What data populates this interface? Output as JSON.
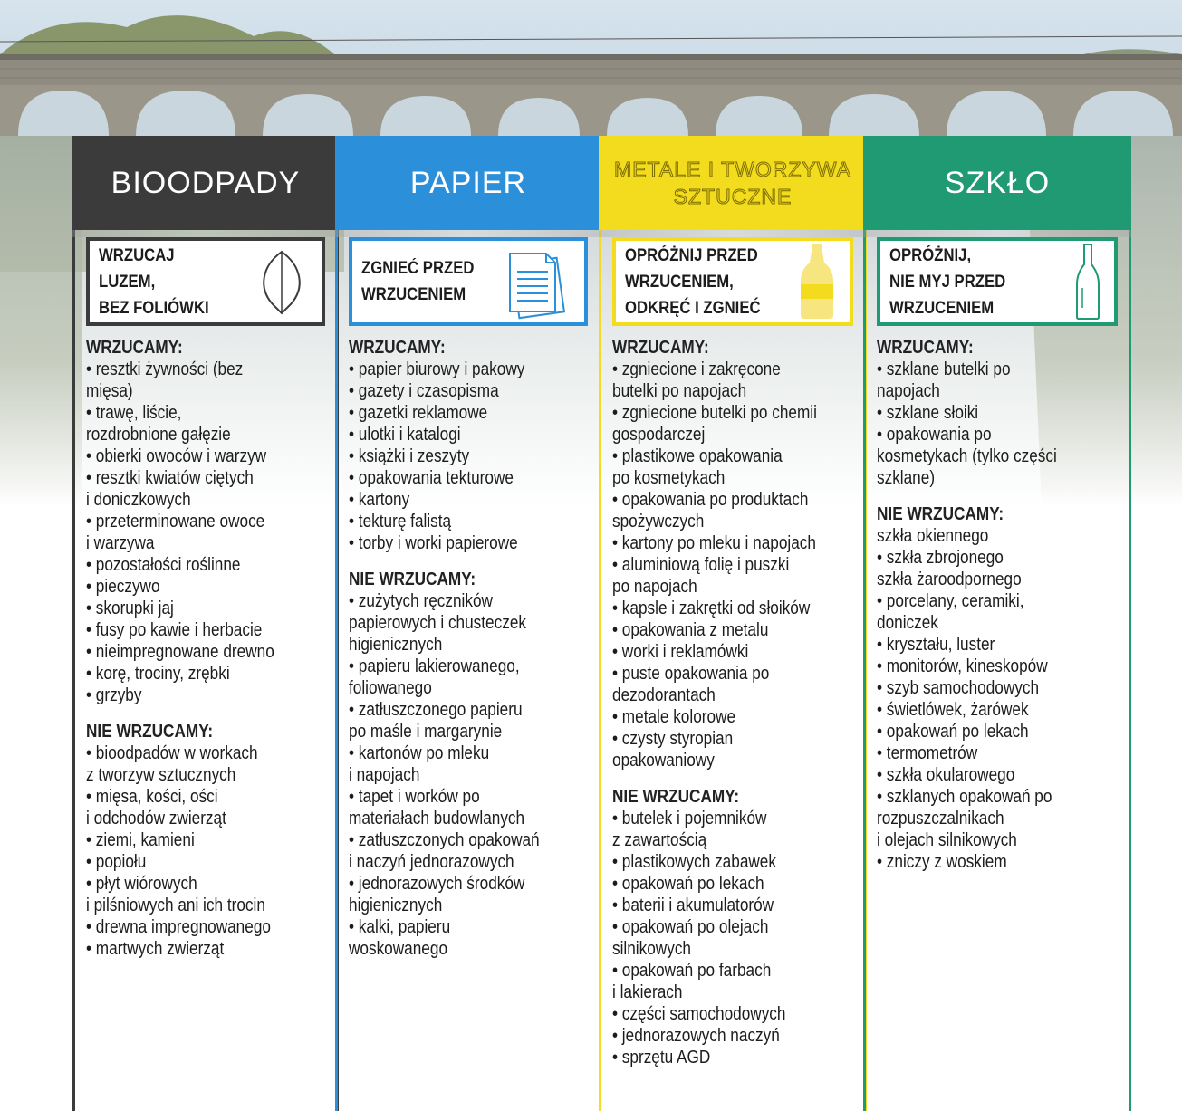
{
  "columns": {
    "bio": {
      "title": "BIOODPADY",
      "instruction_lines": [
        "WRZUCAJ",
        "LUZEM,",
        "BEZ FOLIÓWKI"
      ],
      "icon": "leaf-icon",
      "color": "#3b3b3b",
      "yes_title": "WRZUCAMY:",
      "yes_lines": [
        "• resztki żywności (bez",
        "mięsa)",
        "• trawę, liście,",
        "rozdrobnione gałęzie",
        "• obierki owoców i warzyw",
        "• resztki kwiatów ciętych",
        "i doniczkowych",
        "• przeterminowane owoce",
        "i warzywa",
        "• pozostałości roślinne",
        "• pieczywo",
        "• skorupki jaj",
        "• fusy po kawie i herbacie",
        "• nieimpregnowane drewno",
        "• korę, trociny, zrębki",
        "• grzyby"
      ],
      "no_title": "NIE WRZUCAMY:",
      "no_lines": [
        "• bioodpadów w workach",
        "z tworzyw sztucznych",
        "• mięsa, kości, ości",
        "i odchodów zwierząt",
        "• ziemi, kamieni",
        "• popiołu",
        "• płyt wiórowych",
        "i pilśniowych ani ich trocin",
        "• drewna impregnowanego",
        "• martwych zwierząt"
      ]
    },
    "pap": {
      "title": "PAPIER",
      "instruction_lines": [
        "ZGNIEĆ PRZED",
        "WRZUCENIEM"
      ],
      "icon": "paper-document-icon",
      "color": "#2b90d9",
      "yes_title": "WRZUCAMY:",
      "yes_lines": [
        "• papier biurowy i pakowy",
        "• gazety i czasopisma",
        "• gazetki reklamowe",
        "• ulotki i katalogi",
        "• książki i zeszyty",
        "• opakowania tekturowe",
        "• kartony",
        "• tekturę falistą",
        "• torby i worki papierowe"
      ],
      "no_title": "NIE WRZUCAMY:",
      "no_lines": [
        "• zużytych ręczników",
        "papierowych i chusteczek",
        "higienicznych",
        "• papieru lakierowanego,",
        "foliowanego",
        "• zatłuszczonego papieru",
        "po maśle i margarynie",
        "• kartonów po mleku",
        "i napojach",
        "• tapet i worków po",
        "materiałach budowlanych",
        "• zatłuszczonych opakowań",
        "i naczyń jednorazowych",
        "• jednorazowych środków",
        "higienicznych",
        "• kalki, papieru",
        "woskowanego"
      ]
    },
    "met": {
      "title_lines": [
        "METALE I TWORZYWA",
        "SZTUCZNE"
      ],
      "instruction_lines": [
        "OPRÓŻNIJ PRZED",
        "WRZUCENIEM,",
        "ODKRĘĆ I ZGNIEĆ"
      ],
      "icon": "plastic-bottle-icon",
      "color": "#f3dc1e",
      "yes_title": "WRZUCAMY:",
      "yes_lines": [
        "• zgniecione i zakręcone",
        "butelki po napojach",
        "• zgniecione butelki po chemii",
        "gospodarczej",
        "• plastikowe opakowania",
        "po kosmetykach",
        "• opakowania po produktach",
        "spożywczych",
        "• kartony po mleku i napojach",
        "• aluminiową folię i puszki",
        "po napojach",
        "• kapsle i zakrętki od słoików",
        "• opakowania z metalu",
        "• worki i reklamówki",
        "• puste opakowania po",
        "dezodorantach",
        "• metale kolorowe",
        "• czysty styropian",
        "opakowaniowy"
      ],
      "no_title": "NIE WRZUCAMY:",
      "no_lines": [
        "• butelek i pojemników",
        "z zawartością",
        "• plastikowych zabawek",
        "• opakowań po lekach",
        "• baterii i akumulatorów",
        "• opakowań po olejach",
        "silnikowych",
        "• opakowań po farbach",
        "i lakierach",
        "• części samochodowych",
        "• jednorazowych naczyń",
        "• sprzętu AGD"
      ]
    },
    "szk": {
      "title": "SZKŁO",
      "instruction_lines": [
        "OPRÓŻNIJ,",
        "NIE MYJ PRZED",
        "WRZUCENIEM"
      ],
      "icon": "glass-bottle-icon",
      "color": "#1f9a72",
      "yes_title": "WRZUCAMY:",
      "yes_lines": [
        "• szklane butelki po",
        "napojach",
        "• szklane słoiki",
        "• opakowania po",
        "kosmetykach (tylko części",
        "szklane)"
      ],
      "no_title": "NIE WRZUCAMY:",
      "no_lines": [
        "szkła okiennego",
        "• szkła zbrojonego",
        "szkła żaroodpornego",
        "• porcelany, ceramiki,",
        "doniczek",
        "• kryształu, luster",
        "• monitorów, kineskopów",
        "• szyb samochodowych",
        "• świetlówek, żarówek",
        "• opakowań po lekach",
        "• termometrów",
        "• szkła okularowego",
        "• szklanych opakowań po",
        "rozpuszczalnikach",
        "i olejach silnikowych",
        "• zniczy z woskiem"
      ]
    }
  }
}
